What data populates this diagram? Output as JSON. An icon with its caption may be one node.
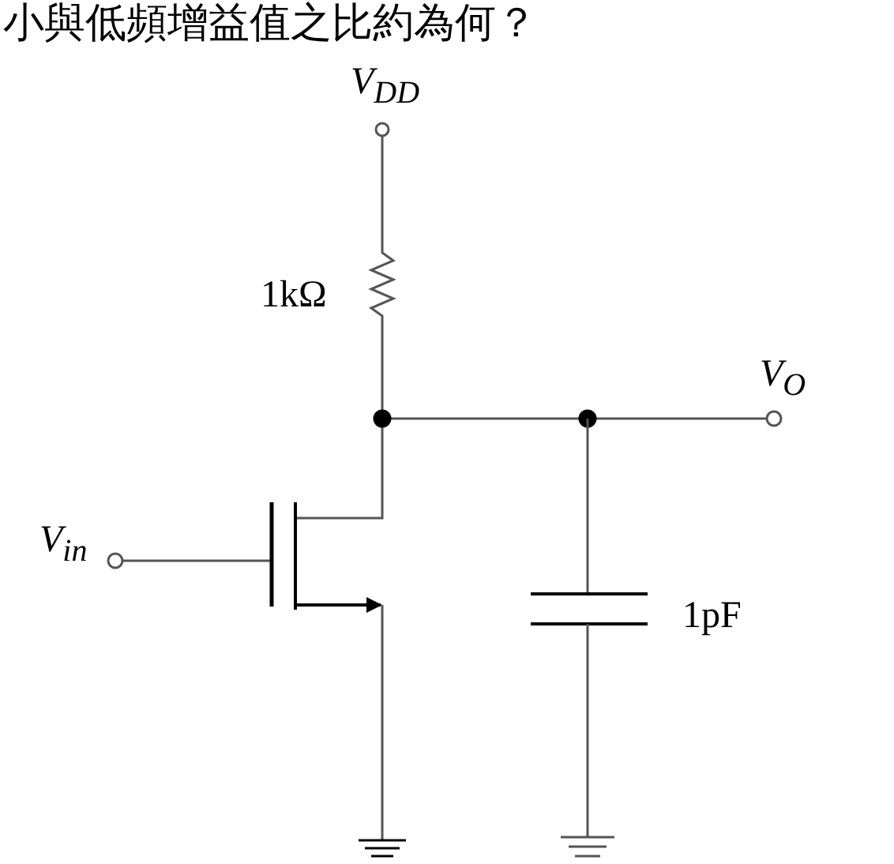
{
  "diagram": {
    "labels": [
      "小與低頻增益值之比約為何？",
      "V$_{DD}$",
      "1kΩ",
      "V$_{O}$",
      "V$_{in}$",
      "1pF"
    ]
  }
}
